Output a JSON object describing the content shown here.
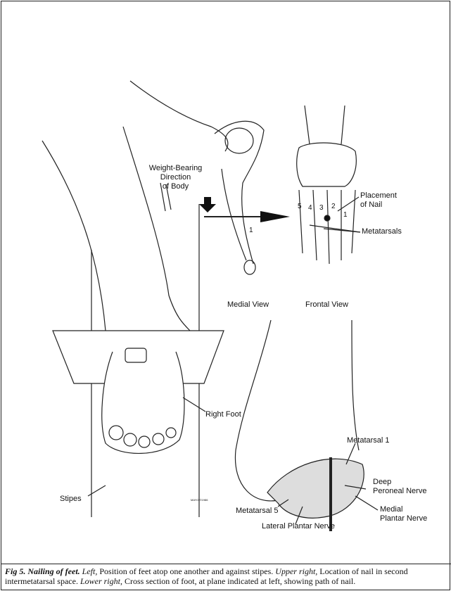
{
  "labels": {
    "weight_bearing": "Weight-Bearing",
    "direction": "Direction",
    "of_body": "of Body",
    "placement": "Placement",
    "of_nail": "of Nail",
    "metatarsals": "Metatarsals",
    "medial_view": "Medial View",
    "frontal_view": "Frontal View",
    "right_foot": "Right Foot",
    "stipes": "Stipes",
    "metatarsal_1": "Metatarsal 1",
    "deep": "Deep",
    "peroneal_nerve": "Peroneal Nerve",
    "medial": "Medial",
    "plantar_nerve": "Plantar Nerve",
    "metatarsal_5": "Metatarsal 5",
    "lateral_plantar_nerve": "Lateral Plantar Nerve",
    "signature": "MAYO ©1986"
  },
  "toe_numbers": [
    "5",
    "4",
    "3",
    "2",
    "1"
  ],
  "medial_number": "1",
  "caption": {
    "fig": "Fig 5. Nailing of feet.",
    "left_label": "Left,",
    "left_text": "Position of feet atop one another and against stipes.",
    "upper_label": "Upper right,",
    "upper_text": "Location of nail in second intermetatarsal space.",
    "lower_label": "Lower right,",
    "lower_text": "Cross section of foot, at plane indicated at left, showing path of nail."
  }
}
